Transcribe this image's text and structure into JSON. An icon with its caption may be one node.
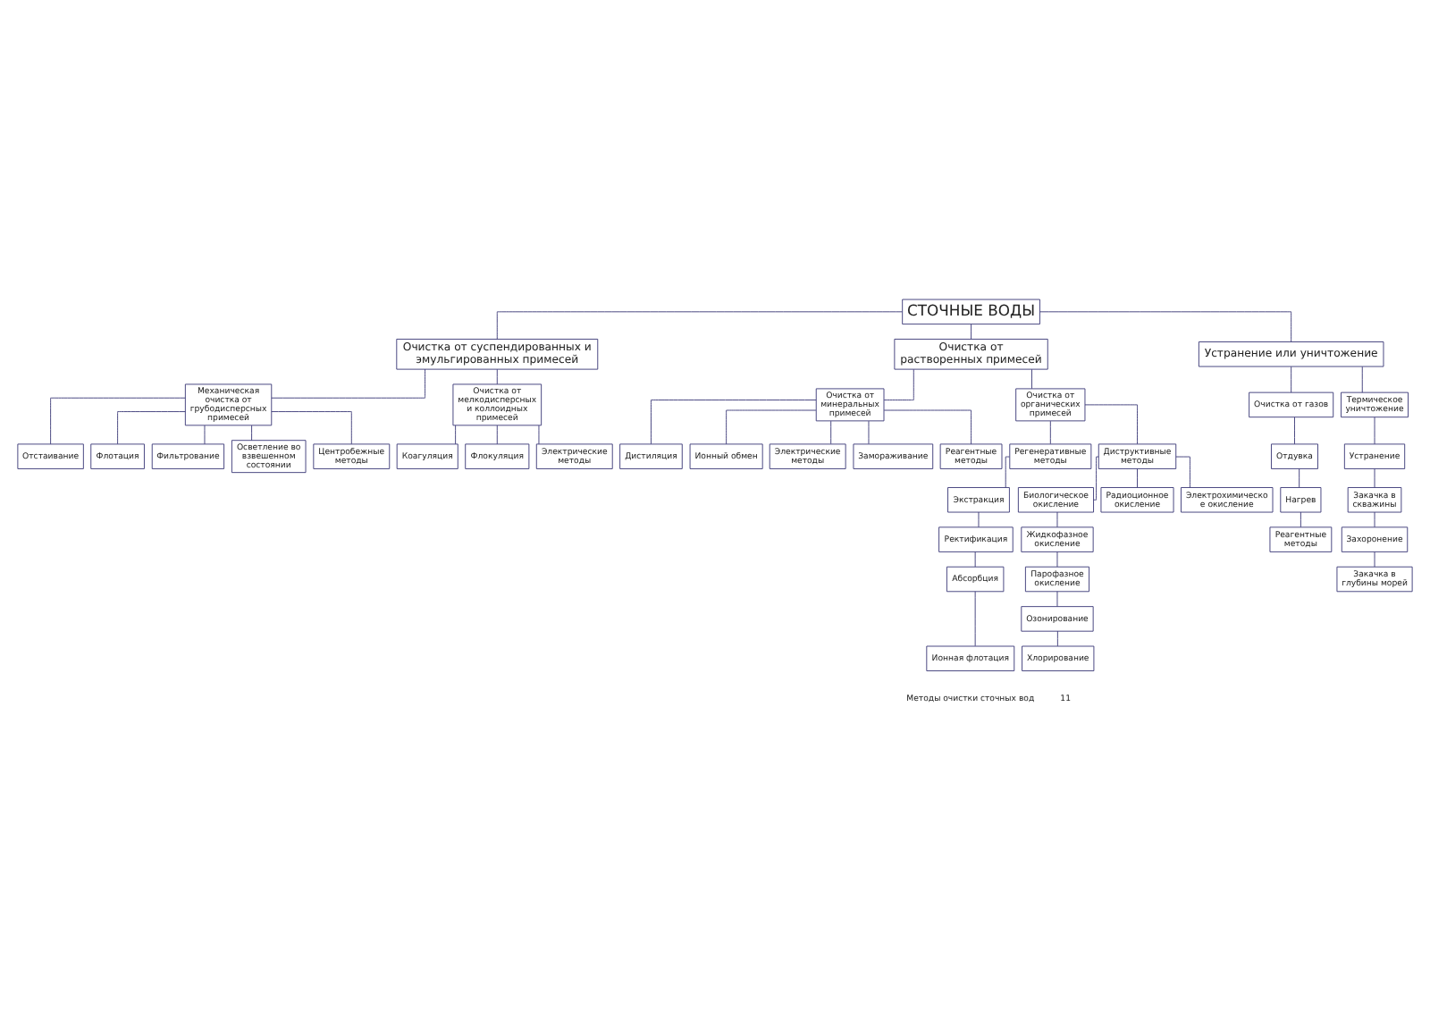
{
  "diagram": {
    "nodes": [
      {
        "text": [
          "СТОЧНЫЕ ВОДЫ"
        ]
      },
      {
        "text": [
          "Очистка от суспендированных и эмульгированных примесей"
        ]
      },
      {
        "text": [
          "Очистка от растворенных примесей"
        ]
      },
      {
        "text": [
          "Устранение или уничтожение"
        ]
      },
      {
        "text": [
          "Механическая очистка от грубодисперсных примесей"
        ]
      },
      {
        "text": [
          "Очистка от мелкодисперсных и коллоидных примесей"
        ]
      },
      {
        "text": [
          "Очистка от минеральных примесей"
        ]
      },
      {
        "text": [
          "Очистка от органических примесей"
        ]
      },
      {
        "text": [
          "Очистка от газов"
        ]
      },
      {
        "text": [
          "Термическое уничтожение"
        ]
      },
      {
        "text": [
          "Отстаивание"
        ]
      },
      {
        "text": [
          "Флотация"
        ]
      },
      {
        "text": [
          "Фильтрование"
        ]
      },
      {
        "text": [
          "Осветление во взвешенном состоянии"
        ]
      },
      {
        "text": [
          "Центробежные методы"
        ]
      },
      {
        "text": [
          "Коагуляция"
        ]
      },
      {
        "text": [
          "Флокуляция"
        ]
      },
      {
        "text": [
          "Электрические методы"
        ]
      },
      {
        "text": [
          "Дистиляция"
        ]
      },
      {
        "text": [
          "Ионный обмен"
        ]
      },
      {
        "text": [
          "Электрические методы"
        ]
      },
      {
        "text": [
          "Замораживание"
        ]
      },
      {
        "text": [
          "Реагентные методы"
        ]
      },
      {
        "text": [
          "Регенеративные методы"
        ]
      },
      {
        "text": [
          "Диструктивные методы"
        ]
      },
      {
        "text": [
          "Экстракция"
        ]
      },
      {
        "text": [
          "Ректификация"
        ]
      },
      {
        "text": [
          "Абсорбция"
        ]
      },
      {
        "text": [
          "Ионная флотация"
        ]
      },
      {
        "text": [
          "Биологическое окисление"
        ]
      },
      {
        "text": [
          "Жидкофазное окисление"
        ]
      },
      {
        "text": [
          "Парофазное окисление"
        ]
      },
      {
        "text": [
          "Озонирование"
        ]
      },
      {
        "text": [
          "Хлорирование"
        ]
      },
      {
        "text": [
          "Радиоционное окисление"
        ]
      },
      {
        "text": [
          "Электрохимическое окисление"
        ]
      },
      {
        "text": [
          "Отдувка"
        ]
      },
      {
        "text": [
          "Нагрев"
        ]
      },
      {
        "text": [
          "Реагентные методы"
        ]
      },
      {
        "text": [
          "Устранение"
        ]
      },
      {
        "text": [
          "Закачка в скважины"
        ]
      },
      {
        "text": [
          "Захоронение"
        ]
      },
      {
        "text": [
          "Закачка в глубины морей"
        ]
      }
    ],
    "edges": [
      {
        "from": 0,
        "to": 1,
        "arrow": "none"
      },
      {
        "from": 0,
        "to": 2,
        "arrow": "none"
      },
      {
        "from": 0,
        "to": 3,
        "arrow": "none"
      },
      {
        "from": 1,
        "to": 4,
        "arrow": "none"
      },
      {
        "from": 1,
        "to": 5,
        "arrow": "none"
      },
      {
        "from": 2,
        "to": 6,
        "arrow": "none"
      },
      {
        "from": 2,
        "to": 7,
        "arrow": "none"
      },
      {
        "from": 3,
        "to": 8,
        "arrow": "none"
      },
      {
        "from": 3,
        "to": 9,
        "arrow": "none"
      },
      {
        "from": 4,
        "to": 10,
        "arrow": "none"
      },
      {
        "from": 4,
        "to": 11,
        "arrow": "none"
      },
      {
        "from": 4,
        "to": 12,
        "arrow": "none"
      },
      {
        "from": 4,
        "to": 13,
        "arrow": "none"
      },
      {
        "from": 4,
        "to": 14,
        "arrow": "none"
      },
      {
        "from": 5,
        "to": 15,
        "arrow": "none"
      },
      {
        "from": 5,
        "to": 16,
        "arrow": "none"
      },
      {
        "from": 5,
        "to": 17,
        "arrow": "none"
      },
      {
        "from": 6,
        "to": 18,
        "arrow": "none"
      },
      {
        "from": 6,
        "to": 19,
        "arrow": "none"
      },
      {
        "from": 6,
        "to": 20,
        "arrow": "none"
      },
      {
        "from": 6,
        "to": 21,
        "arrow": "none"
      },
      {
        "from": 6,
        "to": 22,
        "arrow": "none"
      },
      {
        "from": 7,
        "to": 23,
        "arrow": "none"
      },
      {
        "from": 7,
        "to": 24,
        "arrow": "none"
      },
      {
        "from": 23,
        "to": 25,
        "arrow": "none"
      },
      {
        "from": 25,
        "to": 26,
        "arrow": "none"
      },
      {
        "from": 26,
        "to": 27,
        "arrow": "none"
      },
      {
        "from": 27,
        "to": 28,
        "arrow": "none"
      },
      {
        "from": 24,
        "to": 29,
        "arrow": "none"
      },
      {
        "from": 29,
        "to": 30,
        "arrow": "none"
      },
      {
        "from": 30,
        "to": 31,
        "arrow": "none"
      },
      {
        "from": 31,
        "to": 32,
        "arrow": "none"
      },
      {
        "from": 32,
        "to": 33,
        "arrow": "none"
      },
      {
        "from": 24,
        "to": 34,
        "arrow": "none"
      },
      {
        "from": 24,
        "to": 35,
        "arrow": "none"
      },
      {
        "from": 8,
        "to": 36,
        "arrow": "none"
      },
      {
        "from": 36,
        "to": 37,
        "arrow": "none"
      },
      {
        "from": 37,
        "to": 38,
        "arrow": "none"
      },
      {
        "from": 9,
        "to": 39,
        "arrow": "none"
      },
      {
        "from": 39,
        "to": 40,
        "arrow": "none"
      },
      {
        "from": 40,
        "to": 41,
        "arrow": "none"
      },
      {
        "from": 41,
        "to": 42,
        "arrow": "none"
      }
    ],
    "labels": [
      "Методы очистки сточных вод",
      "11"
    ]
  }
}
